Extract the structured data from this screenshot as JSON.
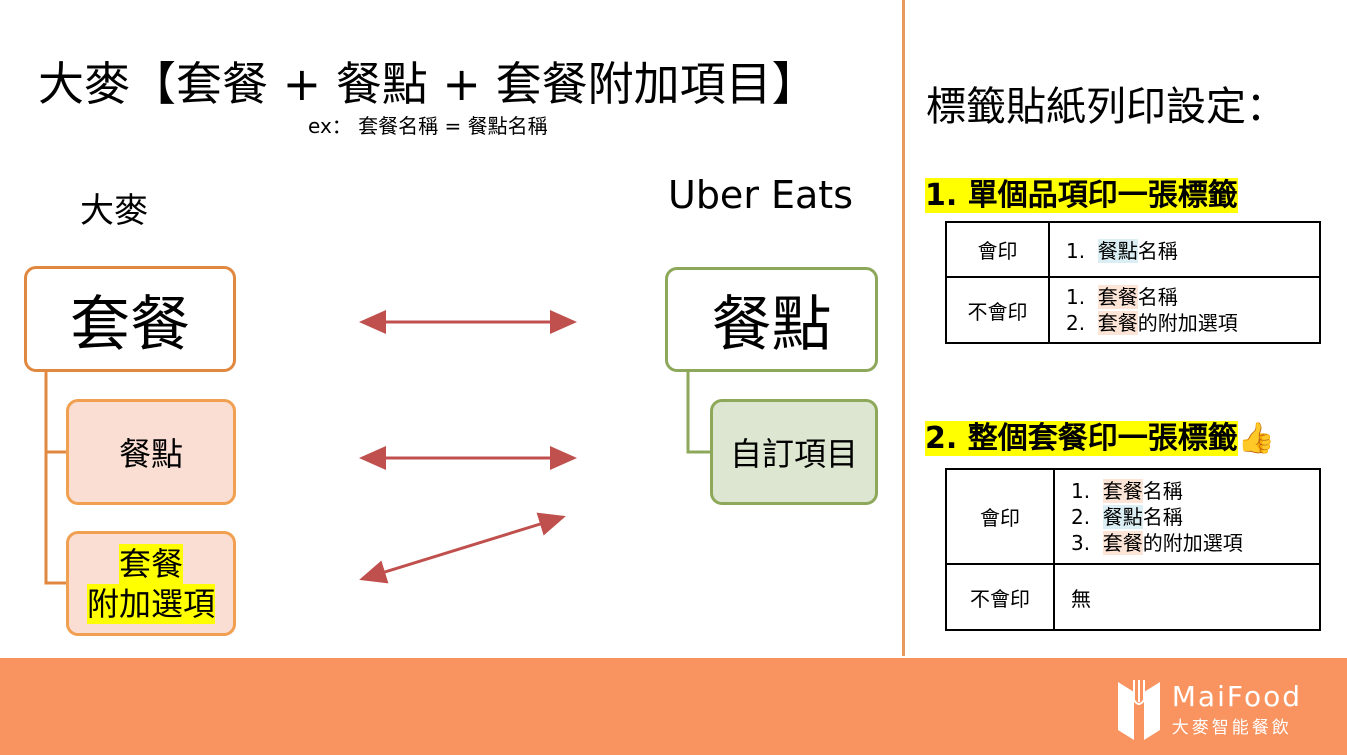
{
  "title": "大麥【套餐 + 餐點 + 套餐附加項目】",
  "subtitle": "ex： 套餐名稱 = 餐點名稱",
  "left_label": "大麥",
  "right_label": "Uber Eats",
  "left_boxes": {
    "combo": "套餐",
    "meal": "餐點",
    "addon_line1": "套餐",
    "addon_line2": "附加選項"
  },
  "right_boxes": {
    "meal": "餐點",
    "custom": "自訂項目"
  },
  "settings_title": "標籤貼紙列印設定：",
  "option1": {
    "heading": "1. 單個品項印一張標籤",
    "print_label": "會印",
    "print_items": [
      {
        "num": "1.",
        "hl": "餐點",
        "rest": "名稱"
      }
    ],
    "noprint_label": "不會印",
    "noprint_items": [
      {
        "num": "1.",
        "hl": "套餐",
        "rest": "名稱"
      },
      {
        "num": "2.",
        "hl": "套餐",
        "rest": "的附加選項"
      }
    ]
  },
  "option2": {
    "heading": "2. 整個套餐印一張標籤",
    "emoji": "👍",
    "print_label": "會印",
    "print_items": [
      {
        "num": "1.",
        "hl": "套餐",
        "rest": "名稱"
      },
      {
        "num": "2.",
        "hl": "餐點",
        "rest": "名稱"
      },
      {
        "num": "3.",
        "hl": "套餐",
        "rest": "的附加選項"
      }
    ],
    "noprint_label": "不會印",
    "noprint_value": "無"
  },
  "footer": {
    "brand": "MaiFood",
    "brand_sub": "大麥智能餐飲"
  },
  "colors": {
    "footer": "#F9935F",
    "arrow": "#C0504D",
    "orange_border": "#E08840",
    "green_border": "#8DA85A"
  }
}
